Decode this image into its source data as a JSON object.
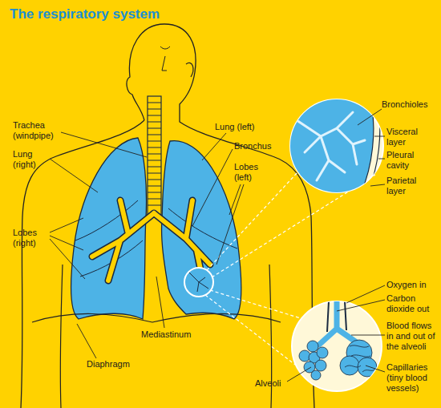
{
  "diagram": {
    "title": "The respiratory system",
    "labels": [
      "Trachea (windpipe)",
      "Lung (right)",
      "Lobes (right)",
      "Lung (left)",
      "Bronchus",
      "Lobes (left)",
      "Mediastinum",
      "Diaphragm",
      "Bronchioles",
      "Visceral layer",
      "Pleural cavity",
      "Parietal layer",
      "Oxygen in",
      "Carbon dioxide out",
      "Blood flows in and out of the alveoli",
      "Alveoli",
      "Capillaries (tiny blood vessels)"
    ]
  }
}
